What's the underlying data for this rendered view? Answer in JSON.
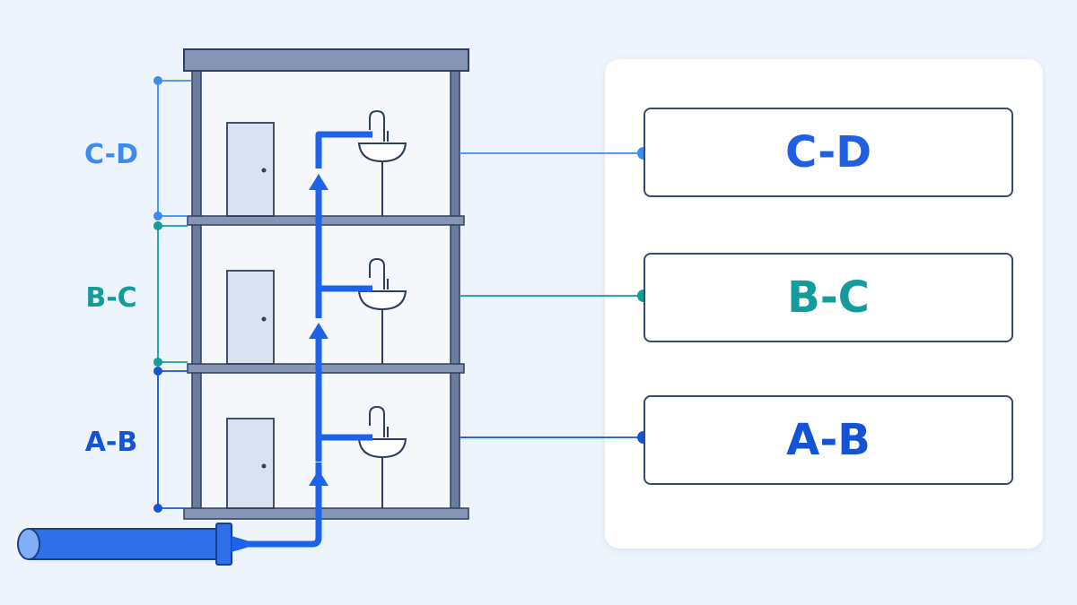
{
  "zones": [
    {
      "id": "C-D",
      "label": "C-D",
      "color": "#3d8bf0",
      "card_color": "#1f5fe0"
    },
    {
      "id": "B-C",
      "label": "B-C",
      "color": "#149c9c",
      "card_color": "#149c9c"
    },
    {
      "id": "A-B",
      "label": "A-B",
      "color": "#1553d6",
      "card_color": "#1553d6"
    }
  ],
  "colors": {
    "pipe": "#1d63ea",
    "structure": "#6b7d9e",
    "structure_dark": "#2f3e5c",
    "door": "#d8e2f0",
    "background": "#eef4fc"
  },
  "icons": [
    "door-icon",
    "sink-icon",
    "supply-pipe-icon",
    "arrow-up-icon"
  ]
}
